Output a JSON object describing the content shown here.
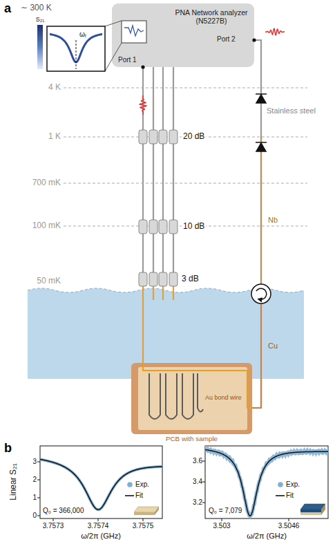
{
  "diagram": {
    "nodes": [
      {
        "text": [
          "PNA Network analyzer (N5227B)",
          "Port 1",
          "Port 2"
        ]
      },
      {
        "text": [
          "PCB with sample"
        ]
      }
    ],
    "edges": [
      {
        "from": 0,
        "to": 1,
        "arrow": "none"
      },
      {
        "from": 1,
        "to": 0,
        "arrow": "none"
      }
    ],
    "labels": [
      "a",
      "∼ 300 K",
      "S₂₁",
      "ωᵣ",
      "4 K",
      "1 K",
      "700 mK",
      "100 mK",
      "50 mK",
      "20 dB",
      "10 dB",
      "3 dB",
      "Stainless steel",
      "Nb",
      "Cu",
      "Au bond wire",
      "b",
      "Linear S₂₁",
      "3",
      "2",
      "1",
      "0",
      "3.7573",
      "3.7574",
      "3.7575",
      "ω/2π (GHz)",
      "Q₀ = 366,000",
      "3.6",
      "3.4",
      "3.2",
      "3.503",
      "3.5046",
      "ω/2π (GHz)",
      "Q₀ = 7,079"
    ],
    "legend": [
      {
        "text": "Exp."
      },
      {
        "text": "Fit"
      },
      {
        "text": "Exp."
      },
      {
        "text": "Fit"
      }
    ]
  }
}
